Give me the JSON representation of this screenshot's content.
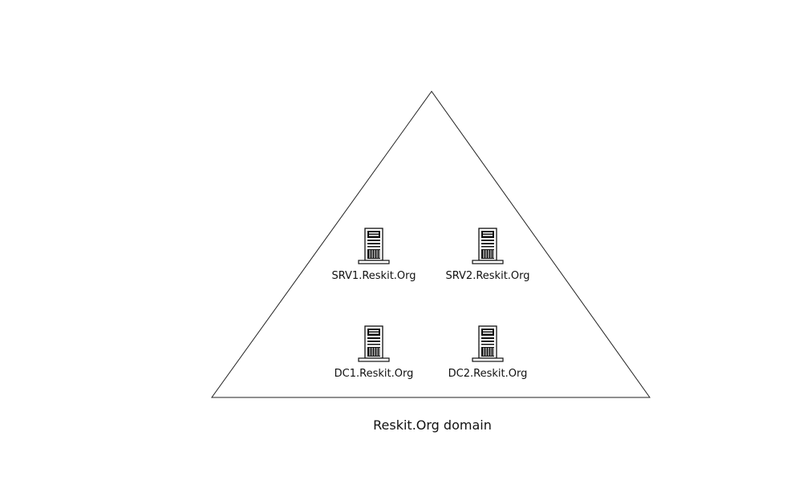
{
  "diagram": {
    "domain_label": "Reskit.Org domain",
    "servers": [
      {
        "name": "SRV1.Reskit.Org",
        "icon": "server-tower-icon"
      },
      {
        "name": "SRV2.Reskit.Org",
        "icon": "server-tower-icon"
      },
      {
        "name": "DC1.Reskit.Org",
        "icon": "server-tower-icon"
      },
      {
        "name": "DC2.Reskit.Org",
        "icon": "server-tower-icon"
      }
    ],
    "colors": {
      "line": "#222222",
      "background": "#ffffff"
    }
  }
}
